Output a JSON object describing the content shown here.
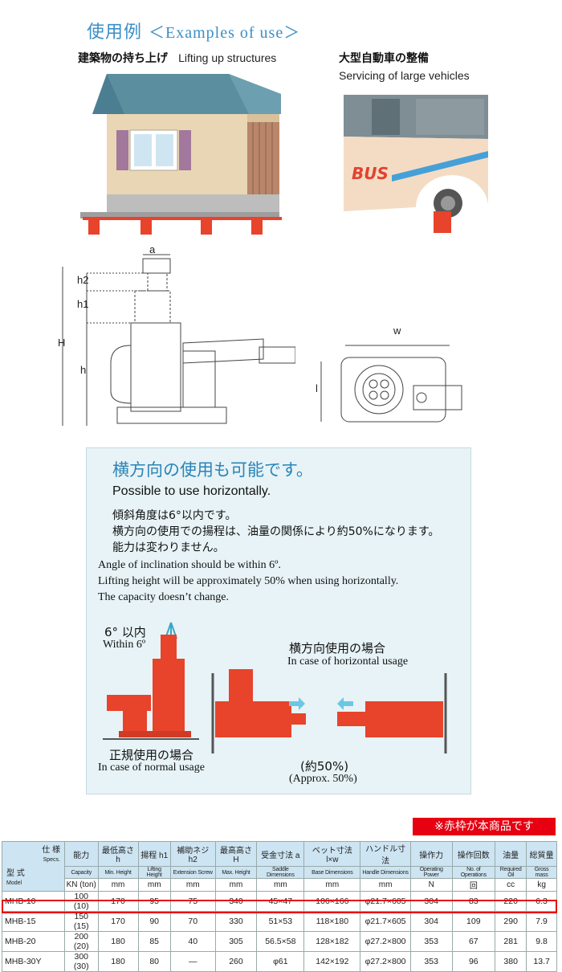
{
  "header": {
    "title_jp": "使用例",
    "title_en": "＜Examples of use＞"
  },
  "examples": [
    {
      "jp": "建築物の持ち上げ",
      "en": "Lifting up structures"
    },
    {
      "jp": "大型自動車の整備",
      "en": "Servicing of large vehicles"
    }
  ],
  "bus_label": "BUS",
  "dimensions": {
    "a": "a",
    "h2": "h2",
    "h1": "h1",
    "H": "H",
    "h": "h",
    "w": "w",
    "l": "l"
  },
  "horizontal": {
    "heading": "横方向の使用も可能です。",
    "heading_en": "Possible to use horizontally.",
    "jp_lines": [
      "傾斜角度は6°以内です。",
      "横方向の使用での揚程は、油量の関係により約50%になります。",
      "能力は変わりません。"
    ],
    "en_lines": [
      "Angle of inclination should be within 6º.",
      "Lifting height will be approximately 50% when using horizontally.",
      "The capacity doesn’t change."
    ],
    "angle_jp": "6° 以内",
    "angle_en": "Within 6º",
    "normal_jp": "正規使用の場合",
    "normal_en": "In case of normal usage",
    "horiz_jp": "横方向使用の場合",
    "horiz_en": "In case of horizontal usage",
    "approx_jp": "(約50%)",
    "approx_en": "(Approx. 50%)"
  },
  "badge": "※赤枠が本商品です",
  "table": {
    "spec_label": "仕 様",
    "spec_en": "Specs.",
    "model_label": "型 式",
    "model_en": "Model",
    "columns": [
      {
        "jp": "能力",
        "en": "Capacity",
        "unit": "KN (ton)"
      },
      {
        "jp": "最低高さ h",
        "en": "Min. Height",
        "unit": "mm"
      },
      {
        "jp": "揚程 h1",
        "en": "Lifting Height",
        "unit": "mm"
      },
      {
        "jp": "補助ネジ h2",
        "en": "Extension Screw",
        "unit": "mm"
      },
      {
        "jp": "最高高さ H",
        "en": "Max. Height",
        "unit": "mm"
      },
      {
        "jp": "受金寸法 a",
        "en": "Saddle Dimensions",
        "unit": "mm"
      },
      {
        "jp": "ベット寸法 l×w",
        "en": "Base Dimensions",
        "unit": "mm"
      },
      {
        "jp": "ハンドル寸法",
        "en": "Handle Dimensions",
        "unit": "mm"
      },
      {
        "jp": "操作力",
        "en": "Operating Power",
        "unit": "N"
      },
      {
        "jp": "操作回数",
        "en": "No. of Operations",
        "unit": "回"
      },
      {
        "jp": "油量",
        "en": "Required Oil",
        "unit": "cc"
      },
      {
        "jp": "総質量",
        "en": "Gross mass",
        "unit": "kg"
      }
    ],
    "rows": [
      [
        "MHB-10",
        "100 (10)",
        "170",
        "95",
        "75",
        "340",
        "45×47",
        "106×166",
        "φ21.7×605",
        "304",
        "83",
        "220",
        "6.3"
      ],
      [
        "MHB-15",
        "150 (15)",
        "170",
        "90",
        "70",
        "330",
        "51×53",
        "118×180",
        "φ21.7×605",
        "304",
        "109",
        "290",
        "7.9"
      ],
      [
        "MHB-20",
        "200 (20)",
        "180",
        "85",
        "40",
        "305",
        "56.5×58",
        "128×182",
        "φ27.2×800",
        "353",
        "67",
        "281",
        "9.8"
      ],
      [
        "MHB-30Y",
        "300 (30)",
        "180",
        "80",
        "—",
        "260",
        "φ61",
        "142×192",
        "φ27.2×800",
        "353",
        "96",
        "380",
        "13.7"
      ]
    ]
  },
  "colors": {
    "accent": "#3a8fc7",
    "jack_red": "#e8432b",
    "panel_bg": "#e7f3f6",
    "highlight": "#e60012",
    "table_header": "#cde4f2"
  }
}
